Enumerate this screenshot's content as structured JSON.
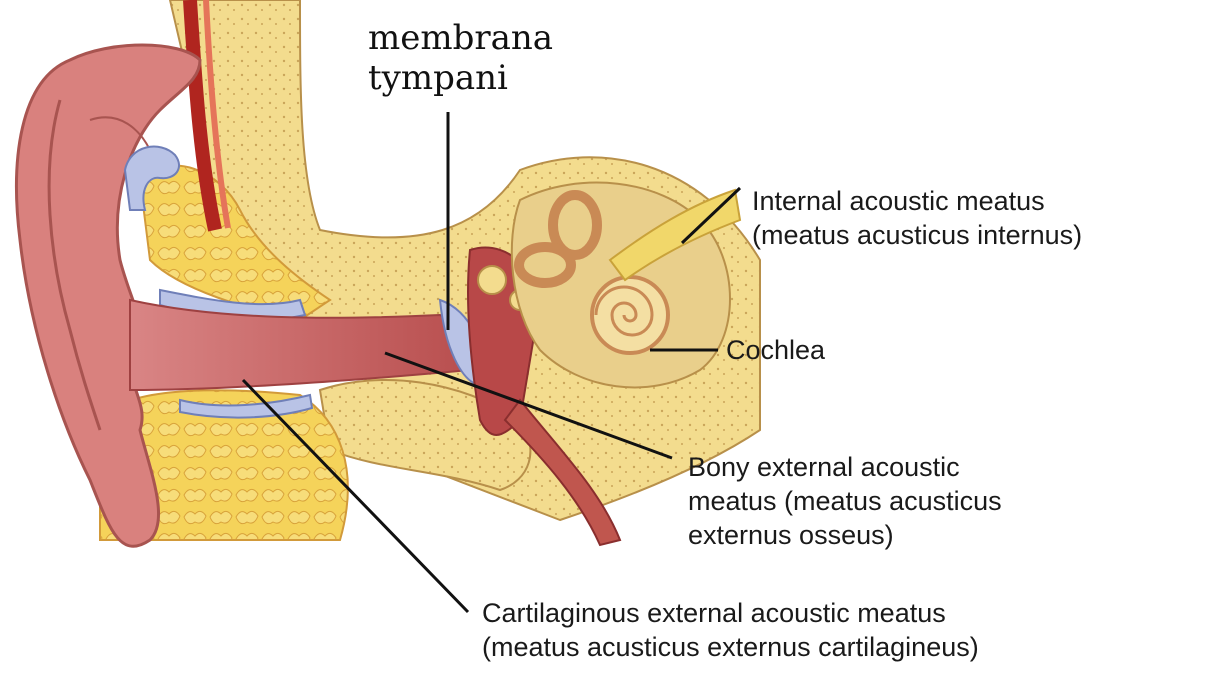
{
  "diagram": {
    "labels": {
      "membrana": {
        "line1": "membrana",
        "line2": "tympani"
      },
      "internal": {
        "line1": "Internal acoustic meatus",
        "line2": "(meatus acusticus internus)"
      },
      "cochlea": {
        "line1": "Cochlea"
      },
      "bony": {
        "line1": "Bony external acoustic",
        "line2": "meatus (meatus acusticus",
        "line3": "externus osseus)"
      },
      "cartilaginous": {
        "line1": "Cartilaginous external acoustic meatus",
        "line2": "(meatus acusticus externus cartilagineus)"
      }
    },
    "colors": {
      "skin": "#d9817e",
      "skin_light": "#f0b3a8",
      "bone": "#f3dc8e",
      "fat": "#f5d35a",
      "cartilage": "#b9c3e6",
      "canal": "#c96a6a",
      "inner_ear": "#c98a55",
      "leader": "#111111"
    }
  }
}
